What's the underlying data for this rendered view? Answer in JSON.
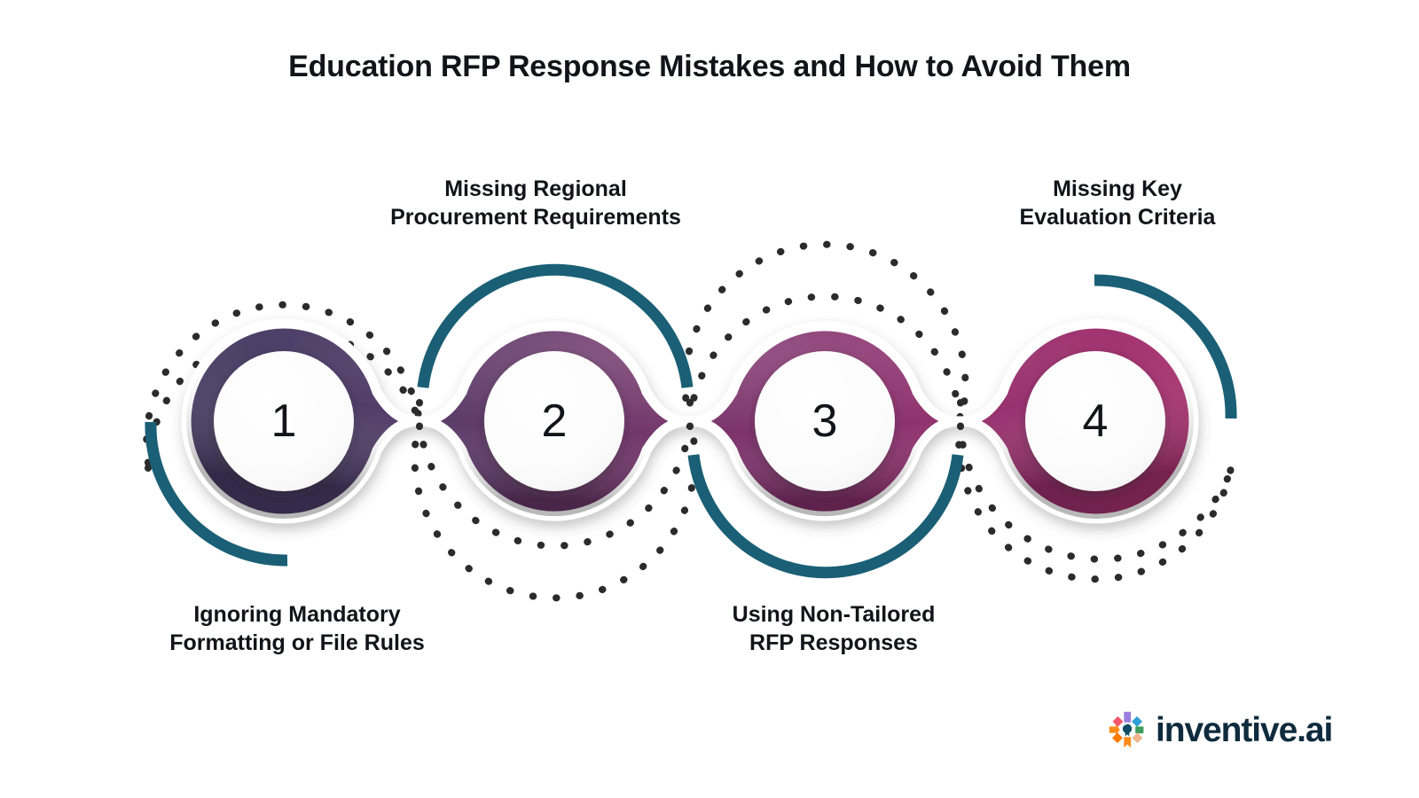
{
  "page": {
    "title": "Education RFP Response Mistakes and How to Avoid Them",
    "background": "#ffffff"
  },
  "colors": {
    "gradient_start": "#453d63",
    "gradient_mid": "#6b3566",
    "gradient_end": "#a8306e",
    "accent_teal": "#1a5f75",
    "dotted_arc": "#2b2b2b",
    "text": "#111418",
    "inner_circle": "#fafafa",
    "logo_text": "#0f2b3d"
  },
  "steps": [
    {
      "number": "1",
      "label": "Ignoring Mandatory\nFormatting or File Rules",
      "label_position": "below",
      "accent_arc": "lower-left",
      "dotted_arc": "above"
    },
    {
      "number": "2",
      "label": "Missing Regional\nProcurement Requirements",
      "label_position": "above",
      "accent_arc": "upper",
      "dotted_arc": "below"
    },
    {
      "number": "3",
      "label": "Using Non-Tailored\nRFP Responses",
      "label_position": "below",
      "accent_arc": "lower",
      "dotted_arc": "above"
    },
    {
      "number": "4",
      "label": "Missing Key\nEvaluation Criteria",
      "label_position": "above",
      "accent_arc": "upper-right",
      "dotted_arc": "below"
    }
  ],
  "logo": {
    "name": "inventive.ai",
    "text": "inventive.ai",
    "mark": "starburst-icon",
    "petal_colors": [
      "#f4566b",
      "#9b7fe0",
      "#2e9fd8",
      "#ff8c1a",
      "#3f9c5b",
      "#f0b68c",
      "#ff7a00",
      "#ff8c1a"
    ],
    "center_color": "#0f4c63"
  }
}
